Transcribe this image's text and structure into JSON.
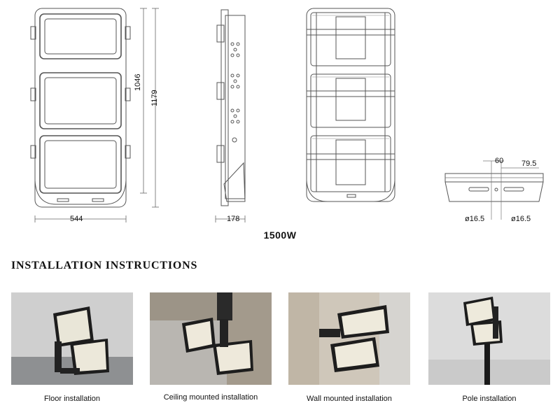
{
  "drawing": {
    "dimensions": {
      "width_544": "544",
      "height_1046": "1046",
      "height_1179": "1179",
      "depth_178": "178",
      "spacing_60": "60",
      "spacing_79_5": "79.5",
      "hole_left": "ø16.5",
      "hole_right": "ø16.5"
    },
    "power_label": "1500W"
  },
  "instructions": {
    "heading": "INSTALLATION INSTRUCTIONS",
    "items": [
      {
        "caption": "Floor installation"
      },
      {
        "caption": "Ceiling mounted installation"
      },
      {
        "caption": "Wall mounted installation"
      },
      {
        "caption": "Pole installation"
      }
    ]
  }
}
